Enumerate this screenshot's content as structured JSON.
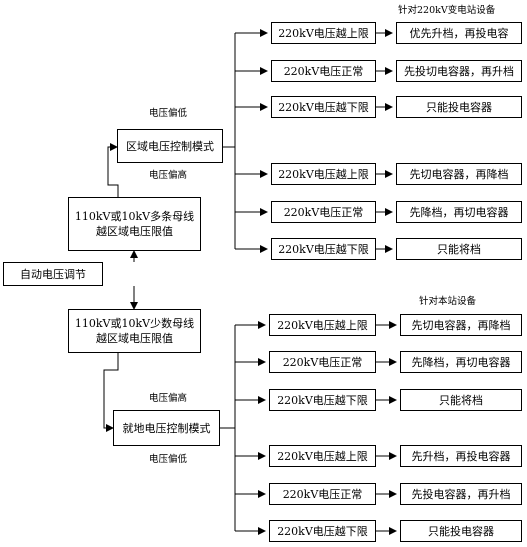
{
  "root": {
    "label": "自动电压调节"
  },
  "upper_block": {
    "condition_box": {
      "line1": "110kV或10kV多条母线",
      "line2": "越区域电压限值"
    },
    "mode_box": {
      "label": "区域电压控制模式"
    },
    "target_label": "针对220kV变电站设备",
    "low_label": "电压偏低",
    "high_label": "电压偏高",
    "low_group": [
      {
        "condition": "220kV电压越上限",
        "action": "优先升档，再投电容"
      },
      {
        "condition": "220kV电压正常",
        "action": "先投切电容器，再升档"
      },
      {
        "condition": "220kV电压越下限",
        "action": "只能投电容器"
      }
    ],
    "high_group": [
      {
        "condition": "220kV电压越上限",
        "action": "先切电容器，再降档"
      },
      {
        "condition": "220kV电压正常",
        "action": "先降档，再切电容器"
      },
      {
        "condition": "220kV电压越下限",
        "action": "只能将档"
      }
    ]
  },
  "lower_block": {
    "condition_box": {
      "line1": "110kV或10kV少数母线",
      "line2": "越区域电压限值"
    },
    "mode_box": {
      "label": "就地电压控制模式"
    },
    "target_label": "针对本站设备",
    "high_label": "电压偏高",
    "low_label": "电压偏低",
    "high_group": [
      {
        "condition": "220kV电压越上限",
        "action": "先切电容器，再降档"
      },
      {
        "condition": "220kV电压正常",
        "action": "先降档，再切电容器"
      },
      {
        "condition": "220kV电压越下限",
        "action": "只能将档"
      }
    ],
    "low_group": [
      {
        "condition": "220kV电压越上限",
        "action": "先升档，再投电容器"
      },
      {
        "condition": "220kV电压正常",
        "action": "先投电容器，再升档"
      },
      {
        "condition": "220kV电压越下限",
        "action": "只能投电容器"
      }
    ]
  }
}
